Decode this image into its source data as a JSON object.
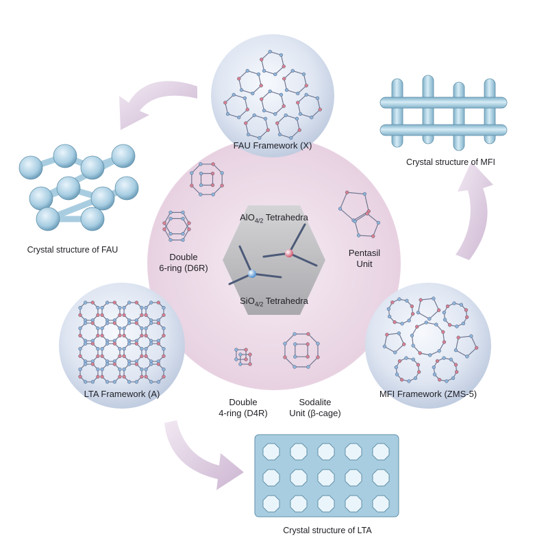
{
  "center": {
    "top_formula": "AlO",
    "top_subscript": "4/2",
    "top_suffix": " Tetrahedra",
    "bottom_formula": "SiO",
    "bottom_subscript": "4/2",
    "bottom_suffix": " Tetrahedra"
  },
  "units": {
    "d6r_line1": "Double",
    "d6r_line2": "6-ring (D6R)",
    "pentasil_line1": "Pentasil",
    "pentasil_line2": "Unit",
    "d4r_line1": "Double",
    "d4r_line2": "4-ring (D4R)",
    "sodalite_line1": "Sodalite",
    "sodalite_line2": "Unit (β-cage)"
  },
  "frameworks": {
    "fau": "FAU Framework (X)",
    "lta": "LTA Framework (A)",
    "mfi": "MFI Framework (ZMS-5)"
  },
  "crystals": {
    "fau": "Crystal structure of FAU",
    "mfi": "Crystal structure of MFI",
    "lta": "Crystal structure of LTA"
  },
  "colors": {
    "pink_disc": "#ecdbe8",
    "sphere": "#d9e2f0",
    "hexagon": "#bdbdbd",
    "arrow": "#d9c7dd",
    "crystal": "#a9cde0",
    "crystal_edge": "#5f8fa8",
    "atom_si": "#8fb6dc",
    "atom_al": "#d98090"
  }
}
